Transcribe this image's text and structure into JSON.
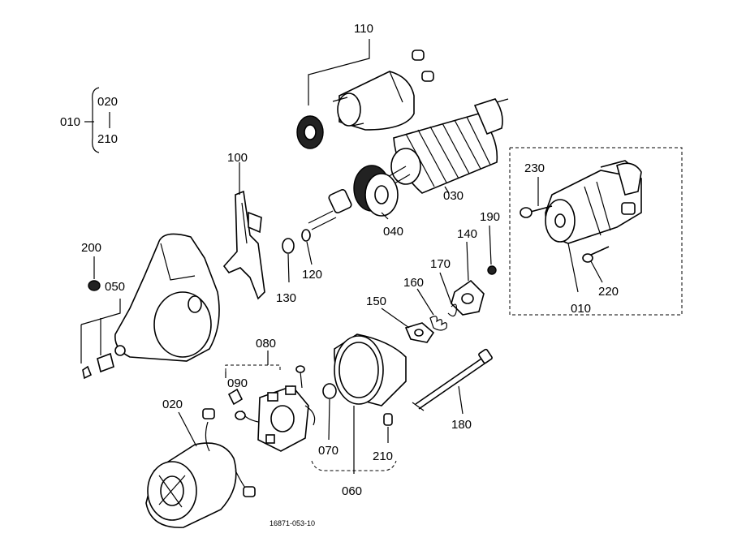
{
  "labels": {
    "l110": "110",
    "l010_group": "010",
    "l020_group": "020",
    "l210_group": "210",
    "l100": "100",
    "l030": "030",
    "l040": "040",
    "l120": "120",
    "l130": "130",
    "l200": "200",
    "l050": "050",
    "l230": "230",
    "l190": "190",
    "l140": "140",
    "l170": "170",
    "l160": "160",
    "l150": "150",
    "l010_assy": "010",
    "l220": "220",
    "l080": "080",
    "l090": "090",
    "l020": "020",
    "l070": "070",
    "l210": "210",
    "l060": "060",
    "l180": "180"
  },
  "footer": {
    "drawing_number": "16871-053-10"
  }
}
